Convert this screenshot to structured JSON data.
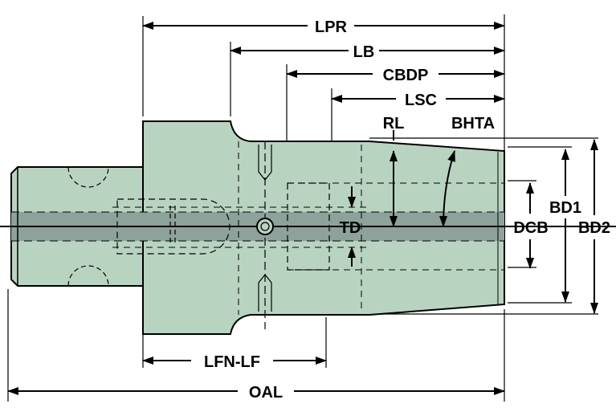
{
  "labels": {
    "lpr": "LPR",
    "lb": "LB",
    "cbdp": "CBDP",
    "lsc": "LSC",
    "rl": "RL",
    "bhta": "BHTA",
    "td": "TD",
    "dcb": "DCB",
    "bd1": "BD1",
    "bd2": "BD2",
    "lfn_lf": "LFN-LF",
    "oal": "OAL"
  },
  "colors": {
    "body_fill": "#b9d3c1",
    "center_band": "#8da29a",
    "outline": "#000000",
    "background": "#ffffff"
  }
}
